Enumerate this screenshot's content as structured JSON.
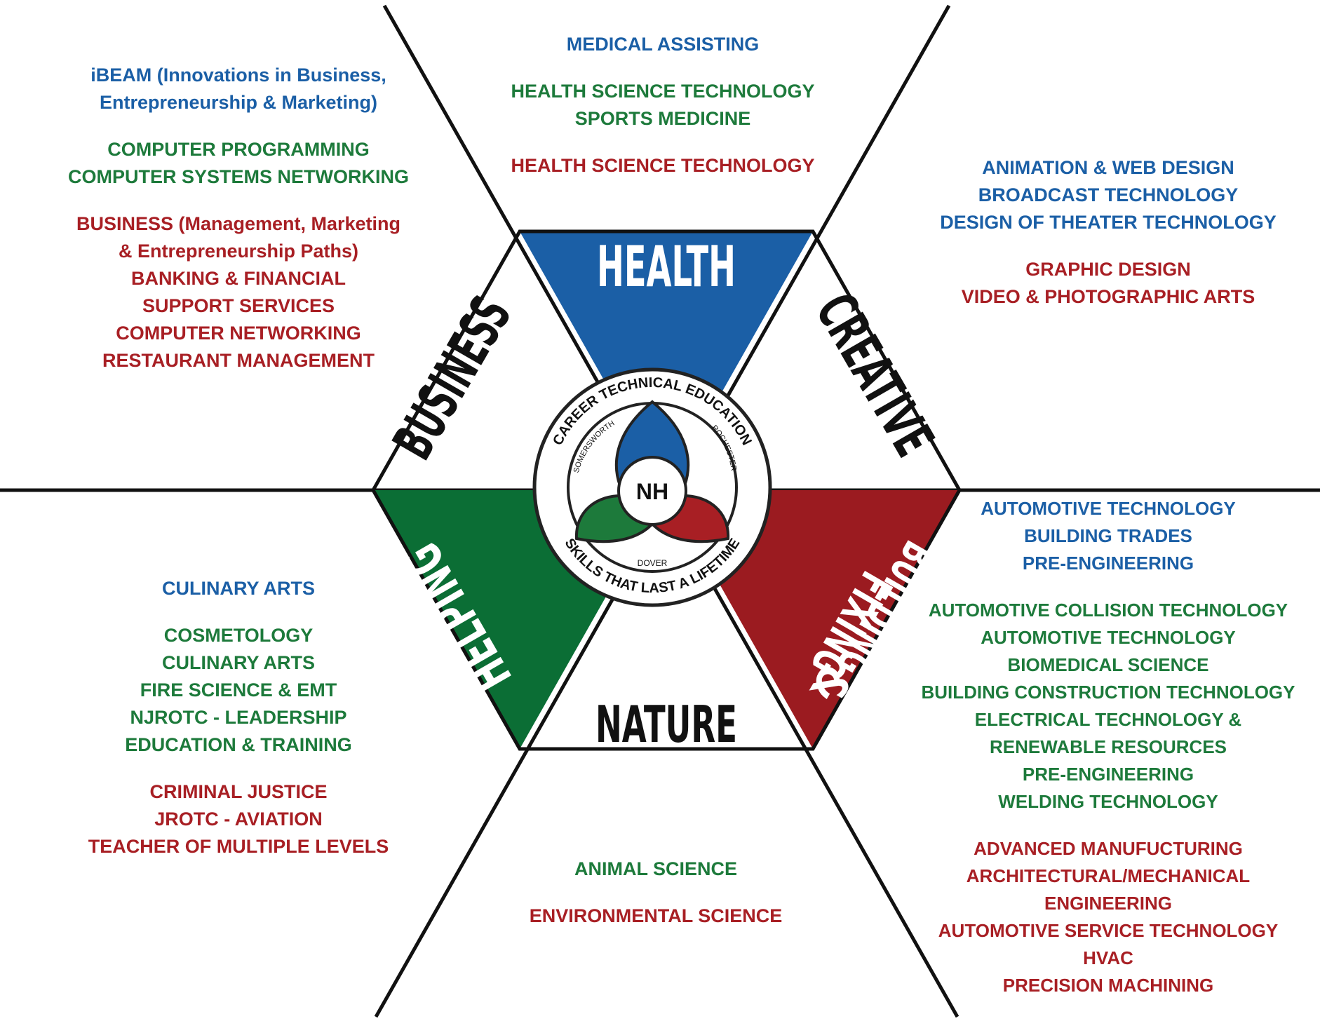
{
  "categories": {
    "health": "HEALTH",
    "business": "BUSINESS",
    "creative": "CREATIVE",
    "helping": "HELPING",
    "building_line1": "BUILDING",
    "building_line2": "FIXING",
    "building_amp": "&",
    "nature": "NATURE"
  },
  "logo": {
    "arc_top": "CAREER TECHNICAL EDUCATION",
    "arc_bottom": "SKILLS THAT LAST A LIFETIME",
    "left_label": "SOMERSWORTH",
    "right_label": "ROCHESTER",
    "bottom_label": "DOVER",
    "center": "NH"
  },
  "colors": {
    "health": "#1b5fa6",
    "helping": "#0b6e35",
    "building": "#9b1b20",
    "text_blue": "#1b5fa6",
    "text_green": "#1d7a3b",
    "text_red": "#a81f24"
  },
  "sectors": {
    "business": {
      "groups": [
        {
          "color": "blue",
          "lines": [
            "iBEAM (Innovations in Business,",
            "Entrepreneurship & Marketing)"
          ]
        },
        {
          "color": "green",
          "lines": [
            "COMPUTER PROGRAMMING",
            "COMPUTER SYSTEMS NETWORKING"
          ]
        },
        {
          "color": "red",
          "lines": [
            "BUSINESS (Management, Marketing",
            "& Entrepreneurship Paths)",
            "BANKING & FINANCIAL",
            "SUPPORT SERVICES",
            "COMPUTER NETWORKING",
            "RESTAURANT MANAGEMENT"
          ]
        }
      ]
    },
    "health": {
      "groups": [
        {
          "color": "blue",
          "lines": [
            "MEDICAL ASSISTING"
          ]
        },
        {
          "color": "green",
          "lines": [
            "HEALTH SCIENCE TECHNOLOGY",
            "SPORTS MEDICINE"
          ]
        },
        {
          "color": "red",
          "lines": [
            "HEALTH SCIENCE TECHNOLOGY"
          ]
        }
      ]
    },
    "creative": {
      "groups": [
        {
          "color": "blue",
          "lines": [
            "ANIMATION & WEB DESIGN",
            "BROADCAST TECHNOLOGY",
            "DESIGN OF THEATER TECHNOLOGY"
          ]
        },
        {
          "color": "red",
          "lines": [
            "GRAPHIC DESIGN",
            "VIDEO & PHOTOGRAPHIC ARTS"
          ]
        }
      ]
    },
    "helping": {
      "groups": [
        {
          "color": "blue",
          "lines": [
            "CULINARY ARTS"
          ]
        },
        {
          "color": "green",
          "lines": [
            "COSMETOLOGY",
            "CULINARY ARTS",
            "FIRE SCIENCE & EMT",
            "NJROTC - LEADERSHIP",
            "EDUCATION & TRAINING"
          ]
        },
        {
          "color": "red",
          "lines": [
            "CRIMINAL JUSTICE",
            "JROTC - AVIATION",
            "TEACHER OF MULTIPLE LEVELS"
          ]
        }
      ]
    },
    "nature": {
      "groups": [
        {
          "color": "green",
          "lines": [
            "ANIMAL SCIENCE"
          ]
        },
        {
          "color": "red",
          "lines": [
            "ENVIRONMENTAL SCIENCE"
          ]
        }
      ]
    },
    "building": {
      "groups": [
        {
          "color": "blue",
          "lines": [
            "AUTOMOTIVE TECHNOLOGY",
            "BUILDING TRADES",
            "PRE-ENGINEERING"
          ]
        },
        {
          "color": "green",
          "lines": [
            "AUTOMOTIVE COLLISION TECHNOLOGY",
            "AUTOMOTIVE TECHNOLOGY",
            "BIOMEDICAL SCIENCE",
            "BUILDING CONSTRUCTION TECHNOLOGY",
            "ELECTRICAL TECHNOLOGY &",
            "RENEWABLE RESOURCES",
            "PRE-ENGINEERING",
            "WELDING TECHNOLOGY"
          ]
        },
        {
          "color": "red",
          "lines": [
            "ADVANCED MANUFUCTURING",
            "ARCHITECTURAL/MECHANICAL",
            "ENGINEERING",
            "AUTOMOTIVE SERVICE TECHNOLOGY",
            "HVAC",
            "PRECISION MACHINING"
          ]
        }
      ]
    }
  }
}
